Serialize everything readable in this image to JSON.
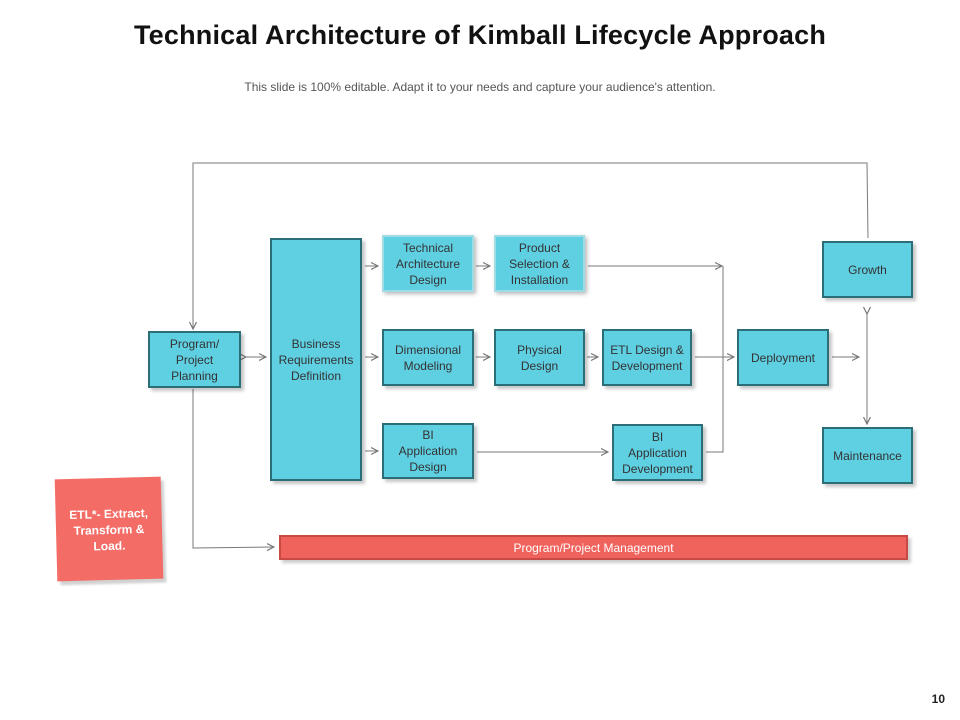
{
  "slide": {
    "title": "Technical Architecture of Kimball Lifecycle Approach",
    "subtitle": "This slide is 100% editable. Adapt it to your needs and capture your audience's attention.",
    "page_number": "10"
  },
  "diagram": {
    "boxes": {
      "program_planning": "Program/\nProject\nPlanning",
      "business_requirements": "Business\nRequirements\nDefinition",
      "technical_architecture": "Technical\nArchitecture\nDesign",
      "product_selection": "Product\nSelection &\nInstallation",
      "dimensional_modeling": "Dimensional\nModeling",
      "physical_design": "Physical\nDesign",
      "etl_design": "ETL Design &\nDevelopment",
      "bi_app_design": "BI\nApplication\nDesign",
      "bi_app_development": "BI\nApplication\nDevelopment",
      "deployment": "Deployment",
      "growth": "Growth",
      "maintenance": "Maintenance"
    },
    "program_management": "Program/Project Management",
    "note": "ETL*- Extract,\nTransform &\nLoad."
  },
  "colors": {
    "box_fill": "#5fcfe2",
    "box_border": "#2b6e78",
    "management_bar": "#f0625c",
    "note_fill": "#f36c66",
    "connector": "#777777"
  }
}
